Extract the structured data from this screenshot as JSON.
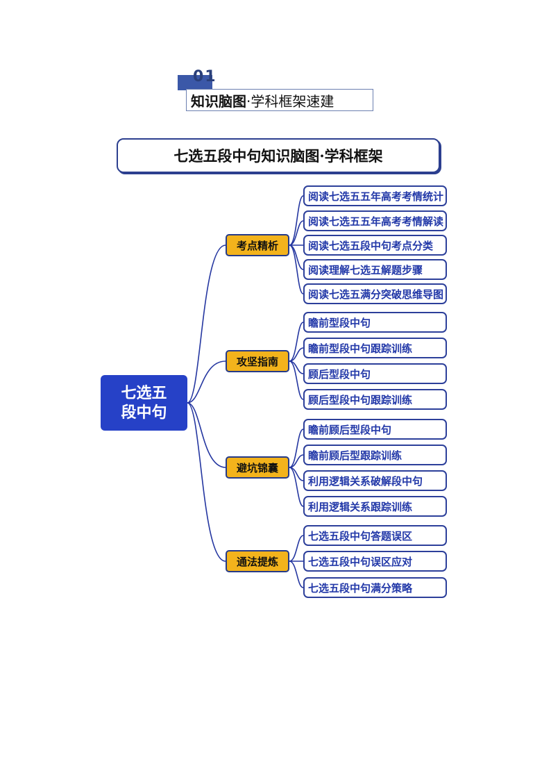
{
  "section": {
    "number": "01",
    "label_bold": "知识脑图",
    "label_rest": "·学科框架速建"
  },
  "title": "七选五段中句知识脑图·学科框架",
  "root": "七选五段中句",
  "branches": [
    {
      "label": "考点精析",
      "leaves": [
        "阅读七选五五年高考考情统计",
        "阅读七选五五年高考考情解读",
        "阅读七选五段中句考点分类",
        "阅读理解七选五解题步骤",
        "阅读七选五满分突破思维导图"
      ]
    },
    {
      "label": "攻坚指南",
      "leaves": [
        "瞻前型段中句",
        "瞻前型段中句跟踪训练",
        "顾后型段中句",
        "顾后型段中句跟踪训练"
      ]
    },
    {
      "label": "避坑锦囊",
      "leaves": [
        "瞻前顾后型段中句",
        "瞻前顾后型跟踪训练",
        "利用逻辑关系破解段中句",
        "利用逻辑关系跟踪训练"
      ]
    },
    {
      "label": "通法提炼",
      "leaves": [
        "七选五段中句答题误区",
        "七选五段中句误区应对",
        "七选五段中句满分策略"
      ]
    }
  ],
  "colors": {
    "root_fill": "#2641c7",
    "branch_fill": "#f3b31c",
    "line": "#2436a0",
    "leaf_text": "#2238a8"
  }
}
